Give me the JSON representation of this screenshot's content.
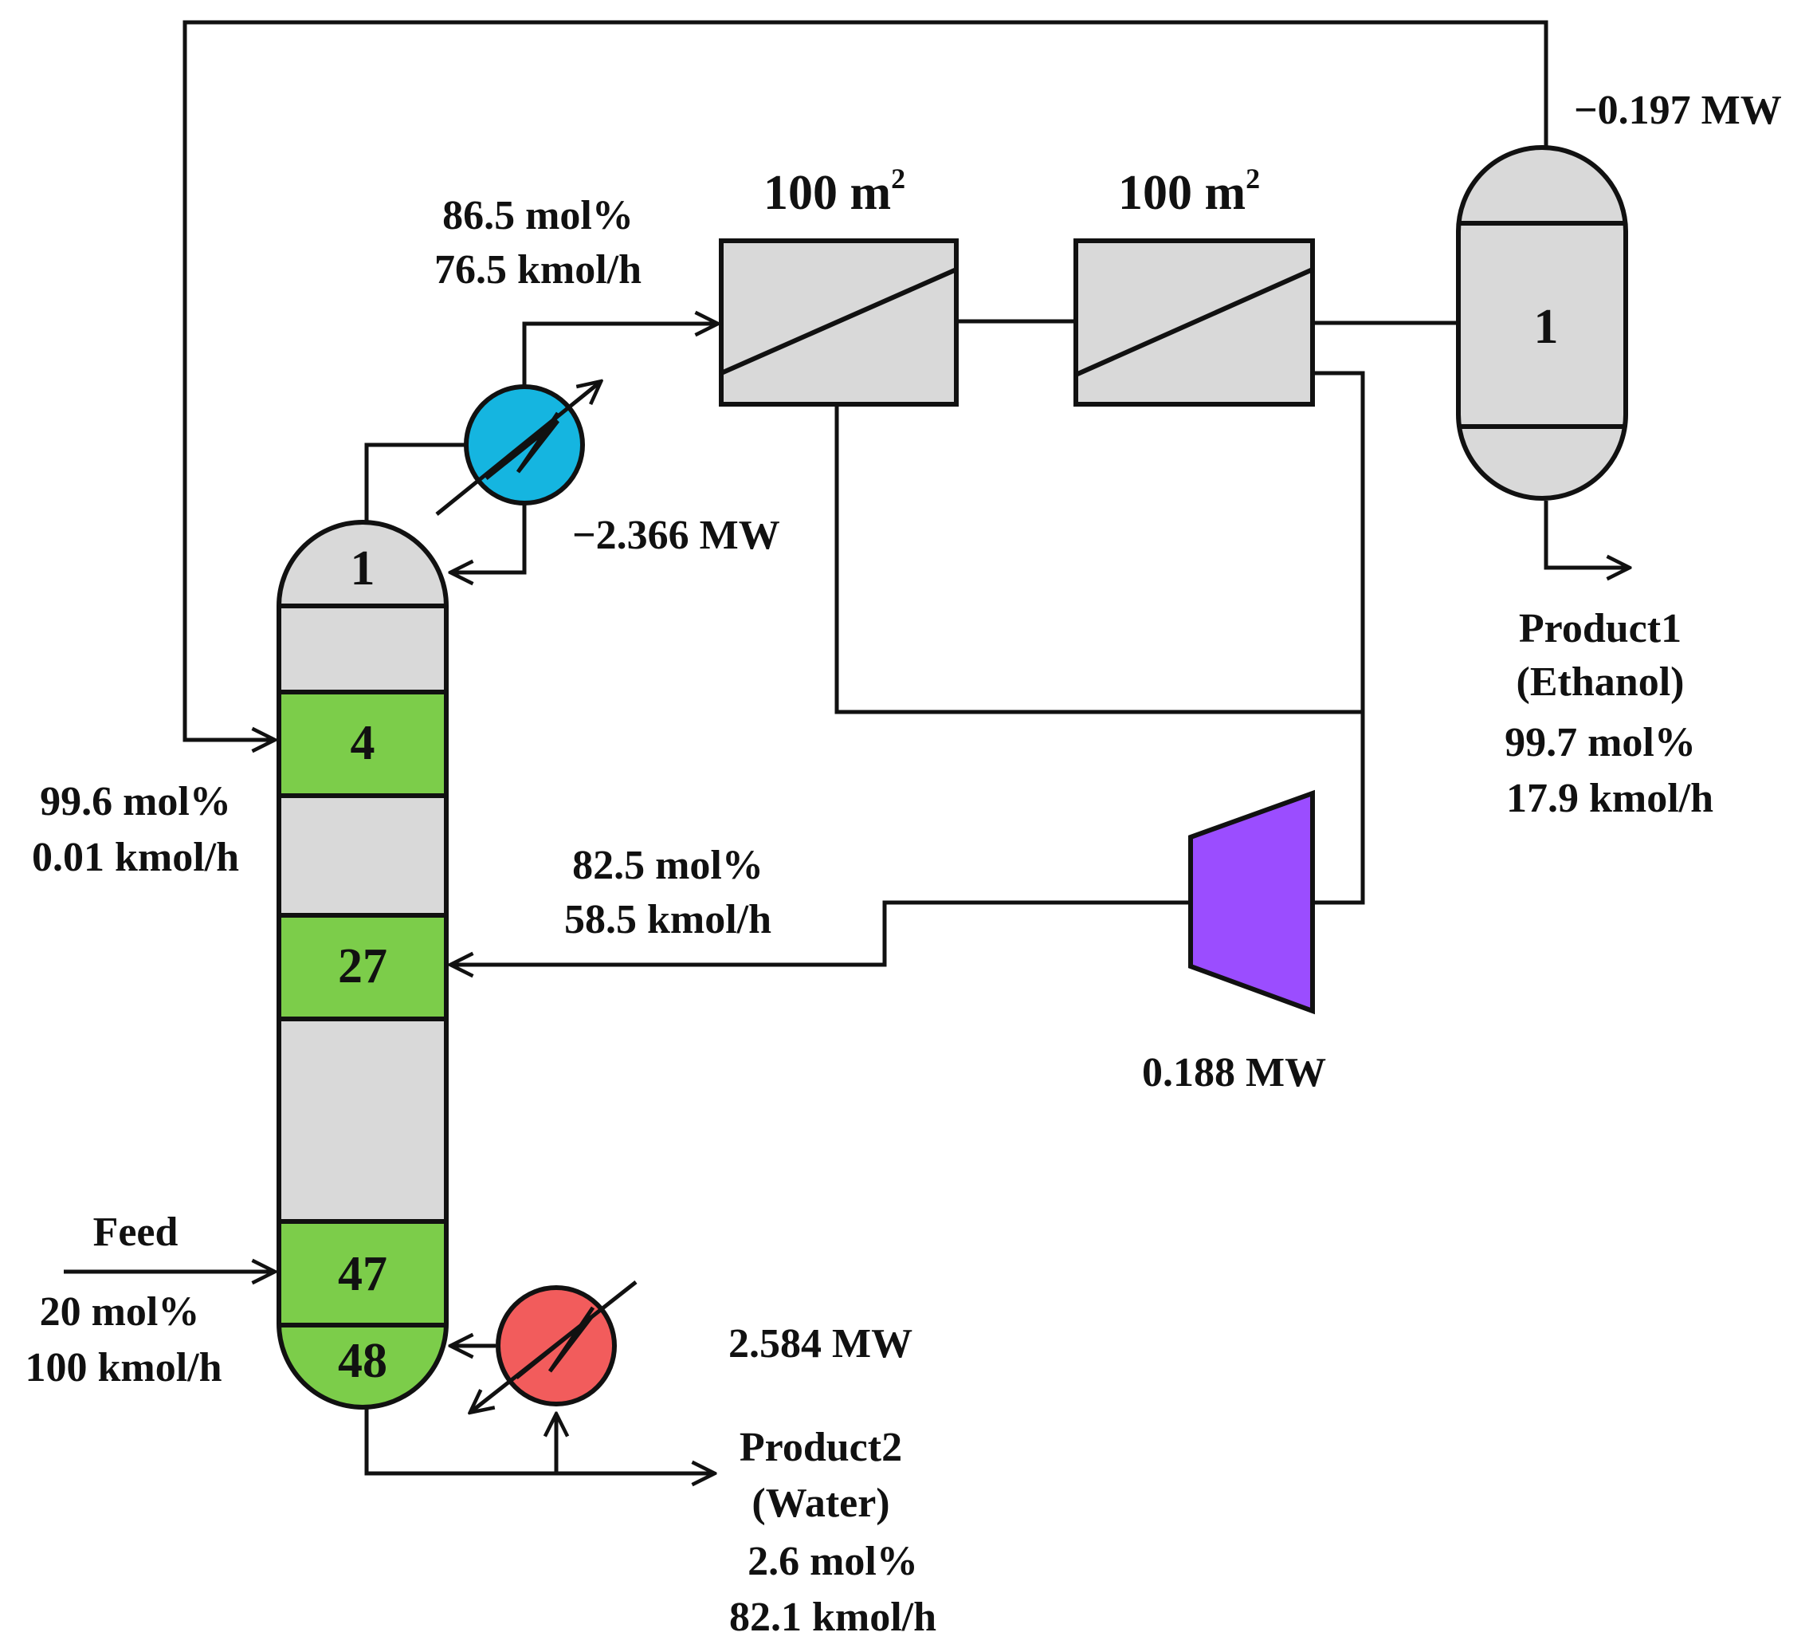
{
  "colors": {
    "tray_green": "#7ccd4a",
    "shell_gray": "#d9d9d9",
    "condenser_blue": "#15b5e0",
    "reboiler_red": "#f25c5c",
    "compressor_purple": "#9b4dff",
    "duty_blue": "#1fa3c2",
    "duty_red": "#ef5b5b",
    "duty_purple": "#9b4dff"
  },
  "column": {
    "stages": {
      "top": "1",
      "s4": "4",
      "s27": "27",
      "s47": "47",
      "bottom": "48"
    }
  },
  "flash_drum": {
    "stage": "1"
  },
  "membranes": [
    {
      "area_value": "100 m",
      "area_exp": "2"
    },
    {
      "area_value": "100 m",
      "area_exp": "2"
    }
  ],
  "duties": {
    "condenser": "−2.366 MW",
    "reboiler": "2.584 MW",
    "compressor": "0.188 MW",
    "drum": "−0.197 MW"
  },
  "streams": {
    "distillate": {
      "composition": "86.5 mol%",
      "flow": "76.5 kmol/h"
    },
    "recycle_top": {
      "composition": "99.6 mol%",
      "flow": "0.01 kmol/h"
    },
    "permeate_recycle": {
      "composition": "82.5 mol%",
      "flow": "58.5 kmol/h"
    },
    "feed": {
      "name": "Feed",
      "composition": "20 mol%",
      "flow": "100 kmol/h"
    },
    "product1": {
      "name": "Product1",
      "component": "(Ethanol)",
      "composition": "99.7 mol%",
      "flow": "17.9 kmol/h"
    },
    "product2": {
      "name": "Product2",
      "component": "(Water)",
      "composition": "2.6 mol%",
      "flow": "82.1 kmol/h"
    }
  }
}
